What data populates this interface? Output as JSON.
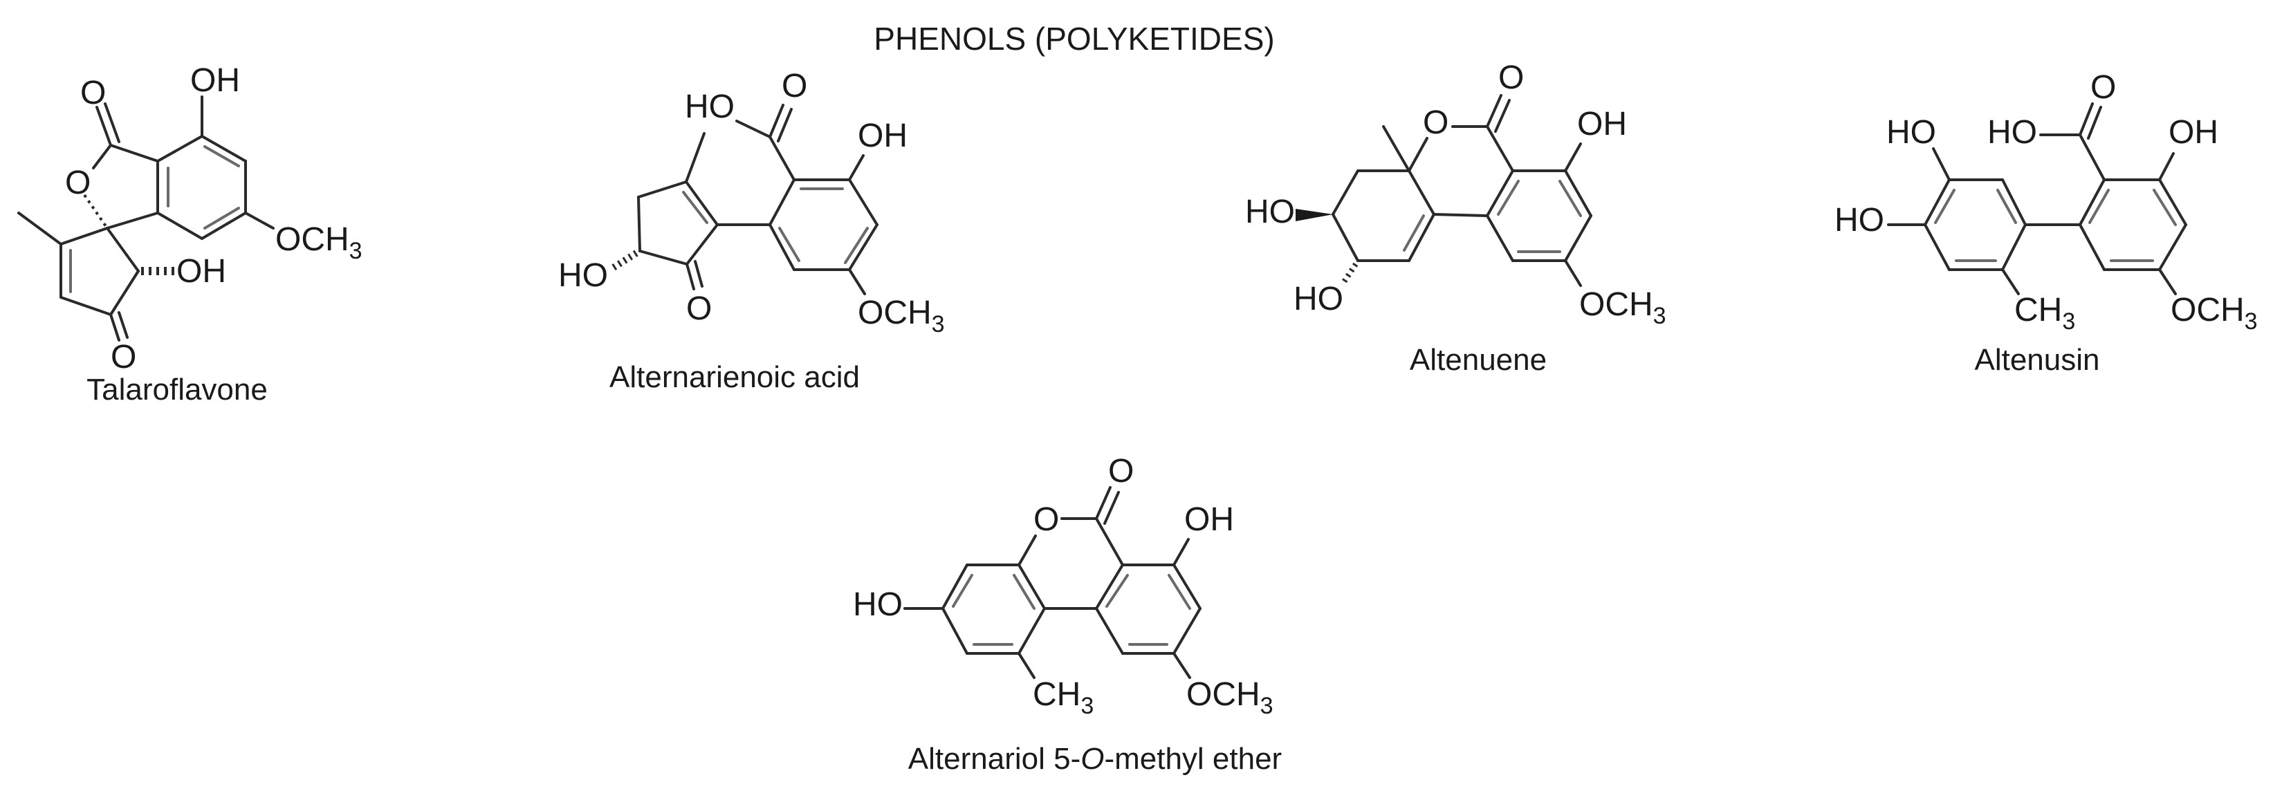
{
  "figure": {
    "title": "PHENOLS (POLYKETIDES)",
    "background": "#ffffff",
    "ink_color": "#1a1a1a"
  },
  "compounds": [
    {
      "name": "Talaroflavone",
      "labels": {
        "carbonyl_o": "O",
        "ring_o": "O",
        "top_oh": "OH",
        "methoxy_o": "OCH",
        "methoxy_sub": "3",
        "side_oh": "OH",
        "ketone_o": "O"
      }
    },
    {
      "name": "Alternarienoic acid",
      "labels": {
        "acid_ho": "HO",
        "acid_o": "O",
        "aryl_oh": "OH",
        "ring_ho": "HO",
        "ketone_o": "O",
        "methoxy_o": "OCH",
        "methoxy_sub": "3"
      }
    },
    {
      "name": "Altenuene",
      "labels": {
        "carbonyl_o": "O",
        "ring_o": "O",
        "aryl_oh": "OH",
        "ho_wedge": "HO",
        "ho_hash": "HO",
        "methoxy_o": "OCH",
        "methoxy_sub": "3"
      }
    },
    {
      "name": "Altenusin",
      "labels": {
        "top_ho": "HO",
        "left_ho": "HO",
        "acid_ho": "HO",
        "acid_o": "O",
        "aryl_oh": "OH",
        "methyl": "CH",
        "methyl_sub": "3",
        "methoxy_o": "OCH",
        "methoxy_sub": "3"
      }
    },
    {
      "name_prefix": "Alternariol 5-",
      "name_italic": "O",
      "name_suffix": "-methyl ether",
      "labels": {
        "carbonyl_o": "O",
        "ring_o": "O",
        "aryl_oh": "OH",
        "left_ho": "HO",
        "methyl": "CH",
        "methyl_sub": "3",
        "methoxy_o": "OCH",
        "methoxy_sub": "3"
      }
    }
  ]
}
